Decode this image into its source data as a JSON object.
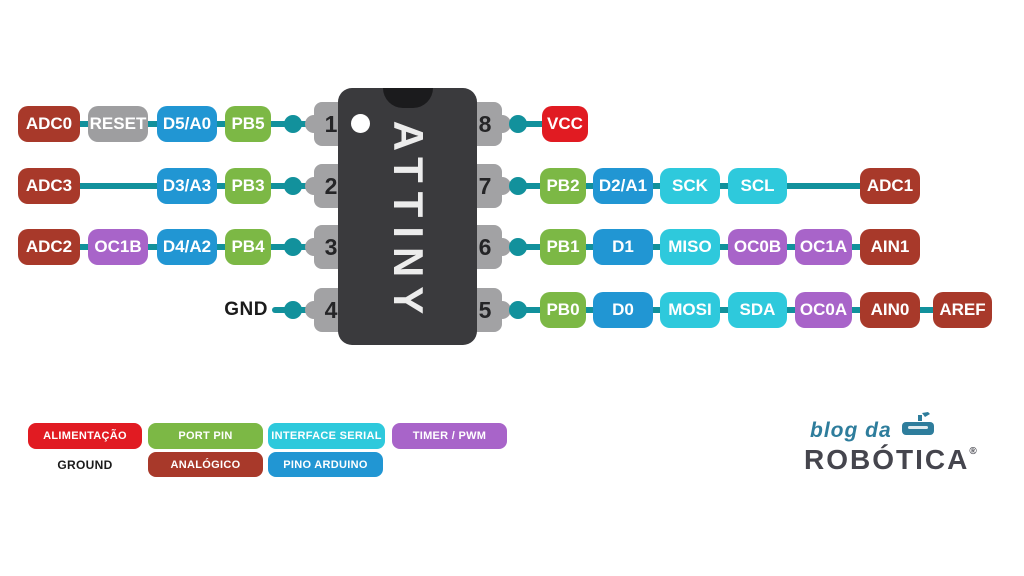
{
  "title": "ATTINY pinout diagram",
  "colors": {
    "power": "#e11b22",
    "analog": "#a8392a",
    "port": "#7cb845",
    "serial": "#2ec9dc",
    "timer": "#a864c9",
    "arduino": "#2196d3",
    "gray": "#9e9ea0",
    "wire": "#12919c",
    "chip": "#3a3a3d",
    "notch": "#1b1b1d",
    "tab": "#a2a2a4",
    "dark_text": "#1b1b1b"
  },
  "chip": {
    "label": "ATTINY"
  },
  "pins": {
    "left": [
      "1",
      "2",
      "3",
      "4"
    ],
    "right": [
      "8",
      "7",
      "6",
      "5"
    ]
  },
  "rows": {
    "left": [
      {
        "items": [
          {
            "label": "ADC0",
            "type": "analog"
          },
          {
            "label": "RESET",
            "type": "gray"
          },
          {
            "label": "D5/A0",
            "type": "arduino"
          },
          {
            "label": "PB5",
            "type": "port"
          }
        ]
      },
      {
        "items": [
          {
            "label": "ADC3",
            "type": "analog"
          },
          {
            "label": "D3/A3",
            "type": "arduino"
          },
          {
            "label": "PB3",
            "type": "port"
          }
        ]
      },
      {
        "items": [
          {
            "label": "ADC2",
            "type": "analog"
          },
          {
            "label": "OC1B",
            "type": "timer"
          },
          {
            "label": "D4/A2",
            "type": "arduino"
          },
          {
            "label": "PB4",
            "type": "port"
          }
        ]
      },
      {
        "items": [
          {
            "label": "GND",
            "type": "text"
          }
        ]
      }
    ],
    "right": [
      {
        "items": [
          {
            "label": "VCC",
            "type": "power"
          }
        ]
      },
      {
        "items": [
          {
            "label": "PB2",
            "type": "port"
          },
          {
            "label": "D2/A1",
            "type": "arduino"
          },
          {
            "label": "SCK",
            "type": "serial"
          },
          {
            "label": "SCL",
            "type": "serial"
          },
          {
            "label": "ADC1",
            "type": "analog"
          }
        ]
      },
      {
        "items": [
          {
            "label": "PB1",
            "type": "port"
          },
          {
            "label": "D1",
            "type": "arduino"
          },
          {
            "label": "MISO",
            "type": "serial"
          },
          {
            "label": "OC0B",
            "type": "timer"
          },
          {
            "label": "OC1A",
            "type": "timer"
          },
          {
            "label": "AIN1",
            "type": "analog"
          }
        ]
      },
      {
        "items": [
          {
            "label": "PB0",
            "type": "port"
          },
          {
            "label": "D0",
            "type": "arduino"
          },
          {
            "label": "MOSI",
            "type": "serial"
          },
          {
            "label": "SDA",
            "type": "serial"
          },
          {
            "label": "OC0A",
            "type": "timer"
          },
          {
            "label": "AIN0",
            "type": "analog"
          },
          {
            "label": "AREF",
            "type": "analog"
          }
        ]
      }
    ]
  },
  "legend": [
    [
      {
        "label": "ALIMENTAÇÃO",
        "type": "power"
      },
      {
        "label": "PORT PIN",
        "type": "port"
      },
      {
        "label": "INTERFACE SERIAL",
        "type": "serial"
      },
      {
        "label": "TIMER / PWM",
        "type": "timer"
      }
    ],
    [
      {
        "label": "GROUND",
        "type": "text"
      },
      {
        "label": "ANALÓGICO",
        "type": "analog"
      },
      {
        "label": "PINO ARDUINO",
        "type": "arduino"
      }
    ]
  ],
  "logo": {
    "top": "blog da",
    "name": "ROBÓTICA",
    "reg": "®"
  }
}
